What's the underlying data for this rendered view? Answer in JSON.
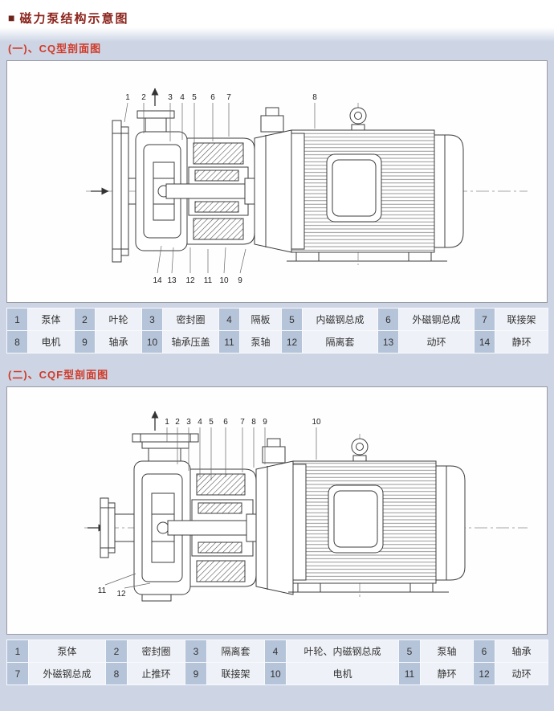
{
  "page": {
    "title": "磁力泵结构示意图",
    "bullet": "■"
  },
  "colors": {
    "page_bg": "#cdd5e5",
    "title_maroon": "#8c241c",
    "heading_red": "#d03a28",
    "table_number_cell_bg": "#b6c4da",
    "table_label_cell_bg": "#eef1f7"
  },
  "section1": {
    "heading": "(一)、CQ型剖面图",
    "callouts_top": [
      "1",
      "2",
      "3",
      "4",
      "5",
      "6",
      "7",
      "8"
    ],
    "callouts_bottom": [
      "14",
      "13",
      "12",
      "11",
      "10",
      "9"
    ],
    "table": {
      "row1": [
        "1",
        "泵体",
        "2",
        "叶轮",
        "3",
        "密封圈",
        "4",
        "隔板",
        "5",
        "内磁钢总成",
        "6",
        "外磁钢总成",
        "7",
        "联接架"
      ],
      "row2": [
        "8",
        "电机",
        "9",
        "轴承",
        "10",
        "轴承压盖",
        "11",
        "泵轴",
        "12",
        "隔离套",
        "13",
        "动环",
        "14",
        "静环"
      ]
    }
  },
  "section2": {
    "heading": "(二)、CQF型剖面图",
    "callouts_top": [
      "1",
      "2",
      "3",
      "4",
      "5",
      "6",
      "7",
      "8",
      "9",
      "10"
    ],
    "callouts_bottom": [
      "11",
      "12"
    ],
    "table": {
      "row1": [
        "1",
        "泵体",
        "2",
        "密封圈",
        "3",
        "隔离套",
        "4",
        "叶轮、内磁钢总成",
        "5",
        "泵轴",
        "6",
        "轴承"
      ],
      "row2": [
        "7",
        "外磁钢总成",
        "8",
        "止推环",
        "9",
        "联接架",
        "10",
        "电机",
        "11",
        "静环",
        "12",
        "动环"
      ]
    }
  }
}
